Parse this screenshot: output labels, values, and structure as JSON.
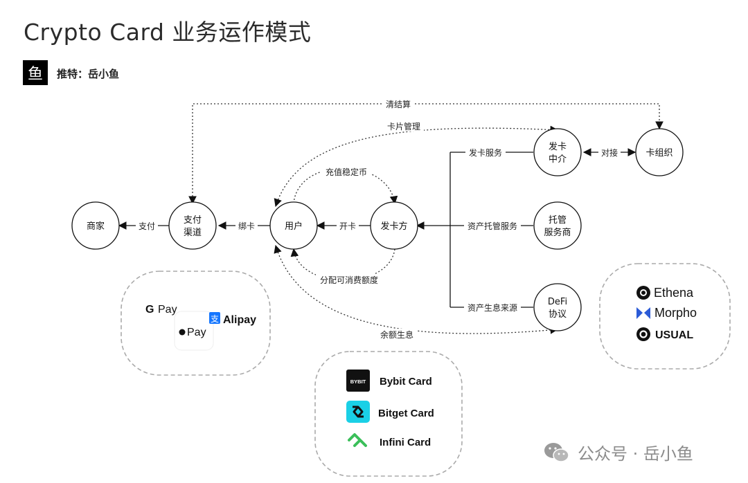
{
  "title": "Crypto Card 业务运作模式",
  "author": {
    "logo_char": "鱼",
    "label": "推特：岳小鱼"
  },
  "nodes": {
    "merchant": "商家",
    "payment_channel": [
      "支付",
      "渠道"
    ],
    "user": "用户",
    "issuer": "发卡方",
    "card_intermediary": [
      "发卡",
      "中介"
    ],
    "card_org": "卡组织",
    "custody": [
      "托管",
      "服务商"
    ],
    "defi": [
      "DeFi",
      "协议"
    ]
  },
  "edges": {
    "pay": "支付",
    "bind_card": "绑卡",
    "open_card": "开卡",
    "clearing": "清结算",
    "card_management": "卡片管理",
    "docking": "对接",
    "card_issuing_service": "发卡服务",
    "recharge_stablecoin": "充值稳定币",
    "allocate_quota": "分配可消费额度",
    "asset_custody_service": "资产托管服务",
    "asset_yield_source": "资产生息来源",
    "balance_interest": "余额生息"
  },
  "payment_brands": {
    "google_pay": "Pay",
    "google_g": "G",
    "apple_pay": "Pay",
    "alipay": "Alipay",
    "alipay_mark": "支"
  },
  "card_brands": [
    {
      "name": "Bybit Card",
      "logo": "BYBIT",
      "color": "#111111"
    },
    {
      "name": "Bitget Card",
      "logo": "",
      "color": "#1ad0e6"
    },
    {
      "name": "Infini Card",
      "logo": "",
      "color": "#3bbf5a"
    }
  ],
  "defi_brands": [
    {
      "name": "Ethena",
      "color": "#111111"
    },
    {
      "name": "Morpho",
      "color": "#2b5bd7"
    },
    {
      "name": "USUAL",
      "color": "#111111"
    }
  ],
  "watermark": "公众号 · 岳小鱼"
}
